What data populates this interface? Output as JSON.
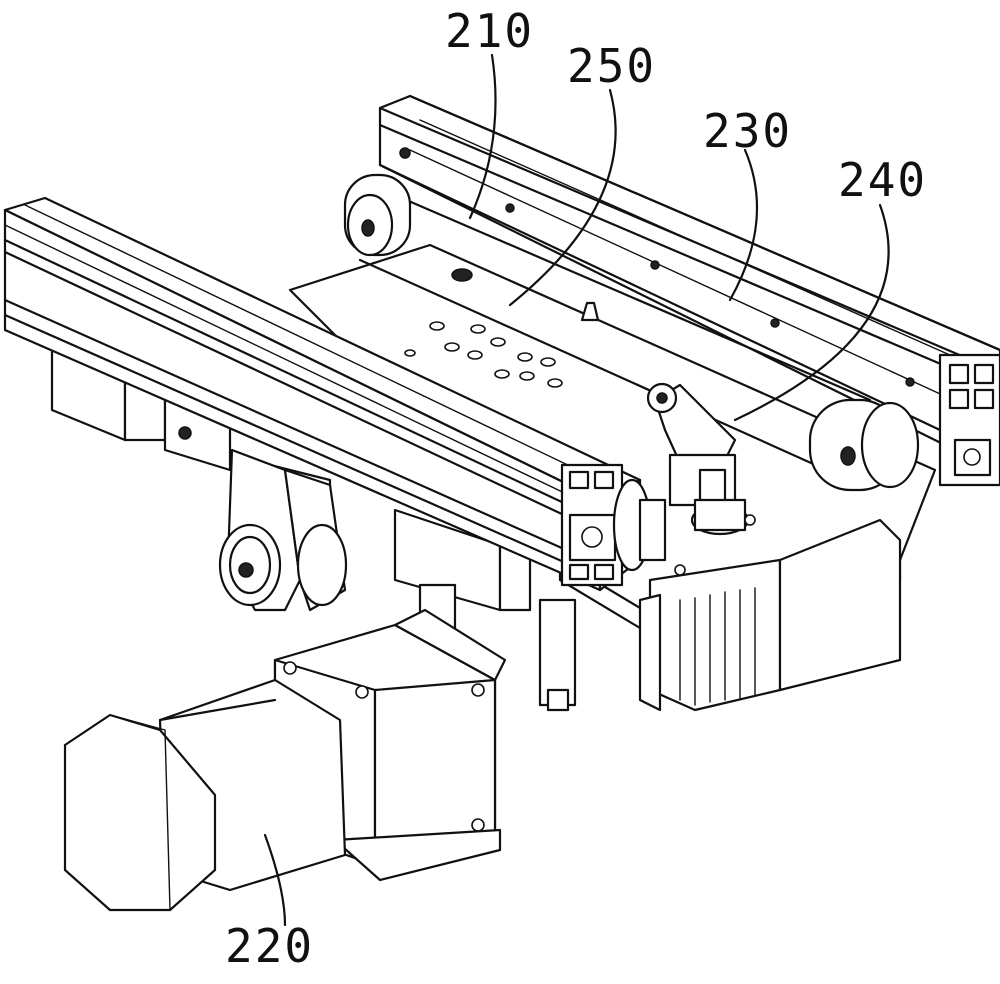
{
  "callouts": [
    {
      "id": "210",
      "text": "210"
    },
    {
      "id": "250",
      "text": "250"
    },
    {
      "id": "230",
      "text": "230"
    },
    {
      "id": "240",
      "text": "240"
    },
    {
      "id": "220",
      "text": "220"
    }
  ],
  "colors": {
    "line": "#111111",
    "background": "#ffffff"
  }
}
